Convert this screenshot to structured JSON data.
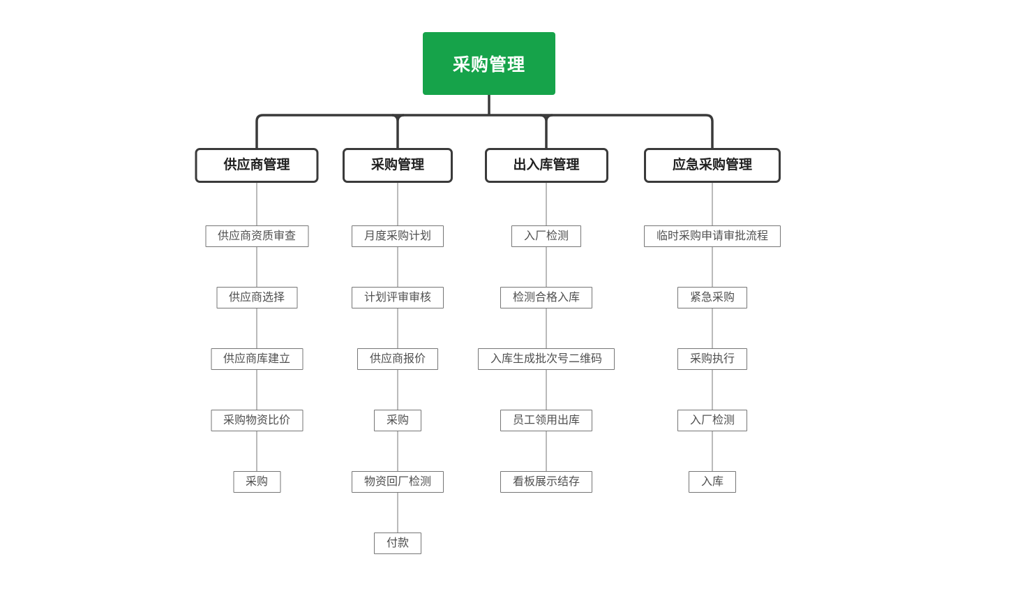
{
  "root": {
    "label": "采购管理"
  },
  "branches": [
    {
      "label": "供应商管理",
      "children": [
        "供应商资质审查",
        "供应商选择",
        "供应商库建立",
        "采购物资比价",
        "采购"
      ]
    },
    {
      "label": "采购管理",
      "children": [
        "月度采购计划",
        "计划评审审核",
        "供应商报价",
        "采购",
        "物资回厂检测",
        "付款"
      ]
    },
    {
      "label": "出入库管理",
      "children": [
        "入厂检测",
        "检测合格入库",
        "入库生成批次号二维码",
        "员工领用出库",
        "看板展示结存"
      ]
    },
    {
      "label": "应急采购管理",
      "children": [
        "临时采购申请审批流程",
        "紧急采购",
        "采购执行",
        "入厂检测",
        "入库"
      ]
    }
  ],
  "colors": {
    "background": "#ffffff",
    "root_background": "#16a34a",
    "root_text": "#ffffff",
    "connector_dark": "#3a3a3a",
    "connector_light": "#8c8c8c",
    "header_border": "#3a3a3a",
    "header_text": "#1f1f1f",
    "node_border": "#757575",
    "node_text": "#4f4f4f"
  }
}
